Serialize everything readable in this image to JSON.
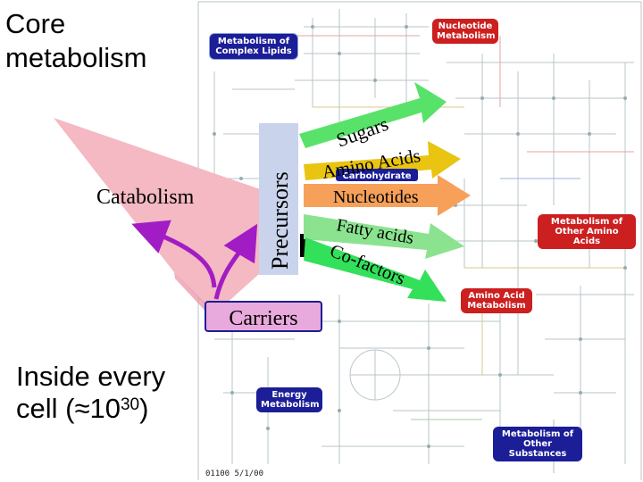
{
  "title": {
    "line1": "Core",
    "line2": "metabolism"
  },
  "inside": {
    "line1": "Inside every",
    "line2_prefix": "cell (",
    "approx": "≈",
    "base": "10",
    "exponent": "30",
    "line2_suffix": ")"
  },
  "diagram": {
    "catabolism": "Catabolism",
    "precursors": "Precursors",
    "carriers": "Carriers",
    "arrows": [
      "Sugars",
      "Amino Acids",
      "Nucleotides",
      "Fatty acids",
      "Co-factors"
    ]
  },
  "map_labels": {
    "complex_lipids": {
      "line1": "Metabolism of",
      "line2": "Complex Lipids"
    },
    "nucleotide": {
      "line1": "Nucleotide",
      "line2": "Metabolism"
    },
    "carbohydrate": "Carbohydrate",
    "other_amino_acids": {
      "line1": "Metabolism of",
      "line2": "Other Amino Acids"
    },
    "amino_acid": {
      "line1": "Amino Acid",
      "line2": "Metabolism"
    },
    "energy": {
      "line1": "Energy",
      "line2": "Metabolism"
    },
    "other_substances": {
      "line1": "Metabolism of",
      "line2": "Other Substances"
    }
  },
  "footer": "01100  5/1/00",
  "colors": {
    "catabolism_pink": "#f4b9c3",
    "precursors_blue": "#c9d4ec",
    "sugars_green": "#59e26a",
    "amino_yellow": "#e9c411",
    "nucleotides_orange": "#f6a05a",
    "fatty_green": "#8be390",
    "cofactors_green": "#33e05a",
    "magenta": "#a21cc5",
    "carriers_fill": "#e8a9dc",
    "map_navy": "#1b1e96",
    "map_red": "#cc1f1f"
  }
}
